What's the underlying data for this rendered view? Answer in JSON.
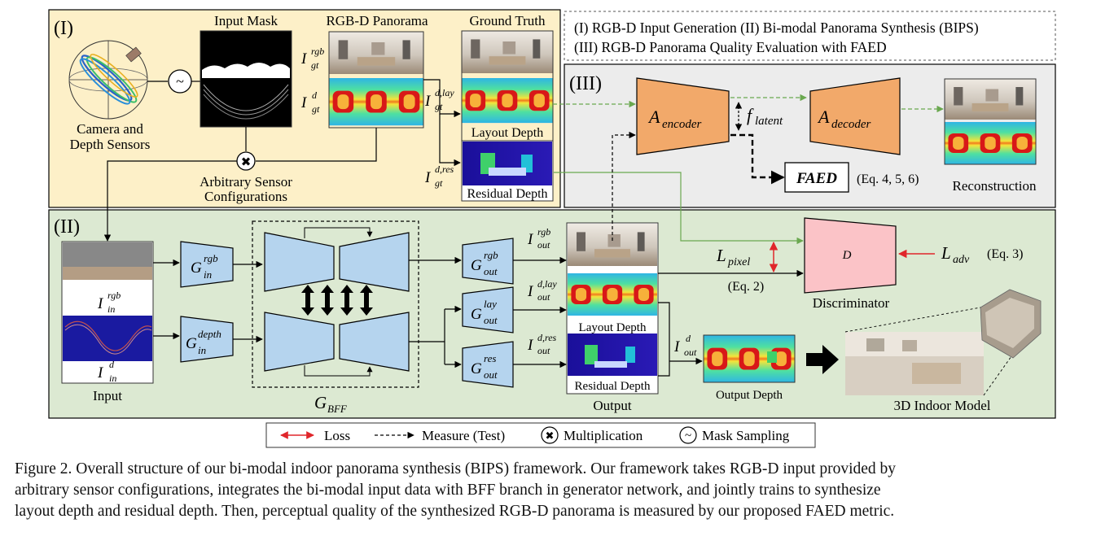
{
  "section_labels": {
    "one": "(I)",
    "two": "(II)",
    "three": "(III)"
  },
  "legend_top": {
    "line1": "(I) RGB-D Input Generation  (II) Bi-modal Panorama Synthesis (BIPS)",
    "line2": "(III) RGB-D Panorama Quality Evaluation  with FAED"
  },
  "section1": {
    "camera_label_1": "Camera and",
    "camera_label_2": "Depth Sensors",
    "input_mask": "Input Mask",
    "rgbd_panorama": "RGB-D Panorama",
    "ground_truth": "Ground Truth",
    "i_gt_rgb": {
      "base": "I",
      "sup": "rgb",
      "sub": "gt"
    },
    "i_gt_d": {
      "base": "I",
      "sup": "d",
      "sub": "gt"
    },
    "i_gt_dlay": {
      "base": "I",
      "sup": "d,lay",
      "sub": "gt"
    },
    "i_gt_dres": {
      "base": "I",
      "sup": "d,res",
      "sub": "gt"
    },
    "layout_depth": "Layout Depth",
    "residual_depth": "Residual Depth",
    "arbitrary_1": "Arbitrary Sensor",
    "arbitrary_2": "Configurations",
    "mask_symbol": "~",
    "mult_symbol": "✖"
  },
  "section2": {
    "i_in_rgb": {
      "base": "I",
      "sup": "rgb",
      "sub": "in"
    },
    "i_in_d": {
      "base": "I",
      "sup": "d",
      "sub": "in"
    },
    "input_label": "Input",
    "g_in_rgb": {
      "base": "G",
      "sup": "rgb",
      "sub": "in"
    },
    "g_in_depth": {
      "base": "G",
      "sup": "depth",
      "sub": "in"
    },
    "g_bff": {
      "base": "G",
      "sub": "BFF"
    },
    "g_out_rgb": {
      "base": "G",
      "sup": "rgb",
      "sub": "out"
    },
    "g_out_lay": {
      "base": "G",
      "sup": "lay",
      "sub": "out"
    },
    "g_out_res": {
      "base": "G",
      "sup": "res",
      "sub": "out"
    },
    "i_out_rgb": {
      "base": "I",
      "sup": "rgb",
      "sub": "out"
    },
    "i_out_dlay": {
      "base": "I",
      "sup": "d,lay",
      "sub": "out"
    },
    "i_out_dres": {
      "base": "I",
      "sup": "d,res",
      "sub": "out"
    },
    "i_out_d": {
      "base": "I",
      "sup": "d",
      "sub": "out"
    },
    "layout_depth": "Layout Depth",
    "residual_depth": "Residual Depth",
    "output_label": "Output",
    "output_depth": "Output Depth",
    "indoor_model": "3D Indoor Model",
    "l_pixel": {
      "base": "L",
      "sub": "pixel"
    },
    "eq2": "(Eq. 2)",
    "discriminator_symbol": "D",
    "discriminator": "Discriminator",
    "l_adv": {
      "base": "L",
      "sub": "adv"
    },
    "eq3": "(Eq. 3)"
  },
  "section3": {
    "a_encoder": {
      "base": "A",
      "sub": "encoder"
    },
    "a_decoder": {
      "base": "A",
      "sub": "decoder"
    },
    "f_latent": {
      "base": "f",
      "sub": "latent"
    },
    "faed": "FAED",
    "faed_eq": "(Eq. 4, 5, 6)",
    "reconstruction": "Reconstruction"
  },
  "legend_bottom": {
    "loss": "Loss",
    "measure": "Measure (Test)",
    "multiplication": "Multiplication",
    "mask_sampling": "Mask Sampling"
  },
  "caption": [
    "Figure 2. Overall structure of our bi-modal indoor panorama synthesis (BIPS) framework. Our framework takes RGB-D input provided by",
    "arbitrary sensor configurations, integrates the bi-modal input data with BFF branch in generator network, and jointly trains to synthesize",
    "layout depth and residual depth. Then, perceptual quality of the synthesized RGB-D panorama is measured by our proposed FAED metric."
  ],
  "colors": {
    "section1_bg": "#fdf0c8",
    "section2_bg": "#dce9d2",
    "section3_bg": "#ececec",
    "generator_block": "#b5d4ee",
    "autoencoder_block": "#f2a96a",
    "discriminator_block": "#fbc3c7",
    "loss_arrow": "#e0262b",
    "latent_arrow": "#6aa84f"
  }
}
